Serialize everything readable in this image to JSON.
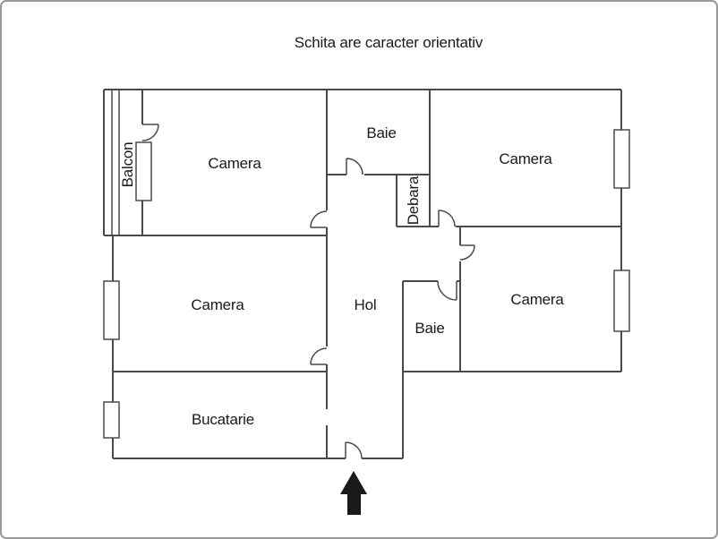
{
  "title": "Schita are caracter orientativ",
  "rooms": {
    "balcon": "Balcon",
    "camera_top_left": "Camera",
    "baie_top": "Baie",
    "camera_top_right": "Camera",
    "debara": "Debara",
    "hol": "Hol",
    "camera_mid_left": "Camera",
    "camera_mid_right": "Camera",
    "baie_mid": "Baie",
    "bucatarie": "Bucatarie"
  },
  "icons": {
    "entrance_arrow": "solid up arrow marking the apartment entrance"
  },
  "colors": {
    "wall": "#4a4a4a",
    "ink": "#1a1a1a",
    "frame": "#999999",
    "arrow": "#1a1a1a",
    "background": "#ffffff"
  }
}
